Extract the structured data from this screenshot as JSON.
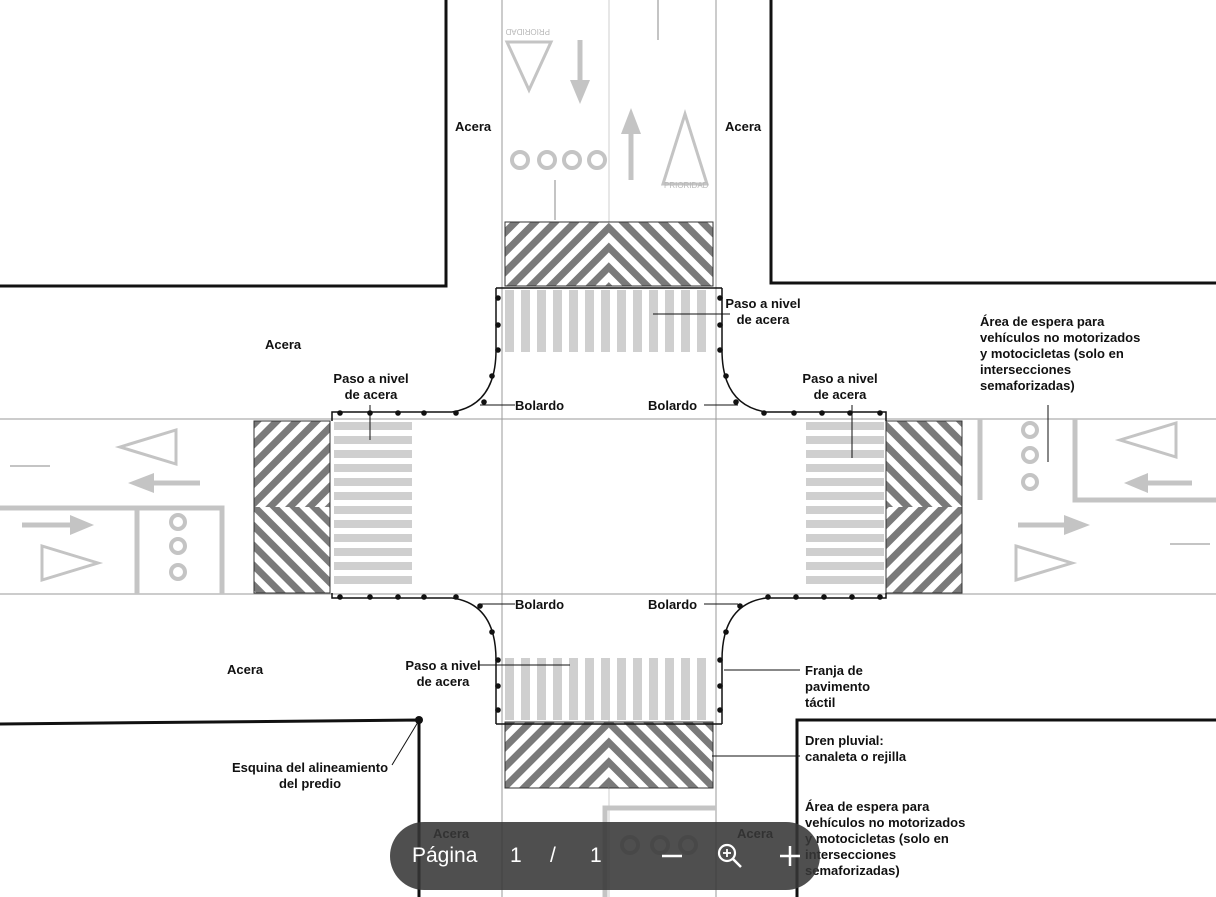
{
  "labels": {
    "acera": "Acera",
    "paso_a_nivel": [
      "Paso a nivel",
      "de acera"
    ],
    "bolardo": "Bolardo",
    "area_espera": [
      "Área de espera para",
      "vehículos no motorizados",
      "y motocicletas (solo en",
      "intersecciones",
      "semaforizadas)"
    ],
    "franja": [
      "Franja de",
      "pavimento",
      "táctil"
    ],
    "dren": [
      "Dren pluvial:",
      "canaleta o rejilla"
    ],
    "esquina": [
      "Esquina del alineamiento",
      "del predio"
    ],
    "prioridad": "PRIORIDAD"
  },
  "toolbar": {
    "page_label": "Página",
    "current_page": "1",
    "separator": "/",
    "total_pages": "1",
    "zoom_out_icon": "minus-icon",
    "zoom_icon": "zoom-in-icon",
    "zoom_in_icon": "plus-icon"
  },
  "colors": {
    "line": "#111111",
    "marking": "#bdbdbd",
    "hatch": "#7a7a7a",
    "toolbar_bg": "#3a3a3a"
  }
}
